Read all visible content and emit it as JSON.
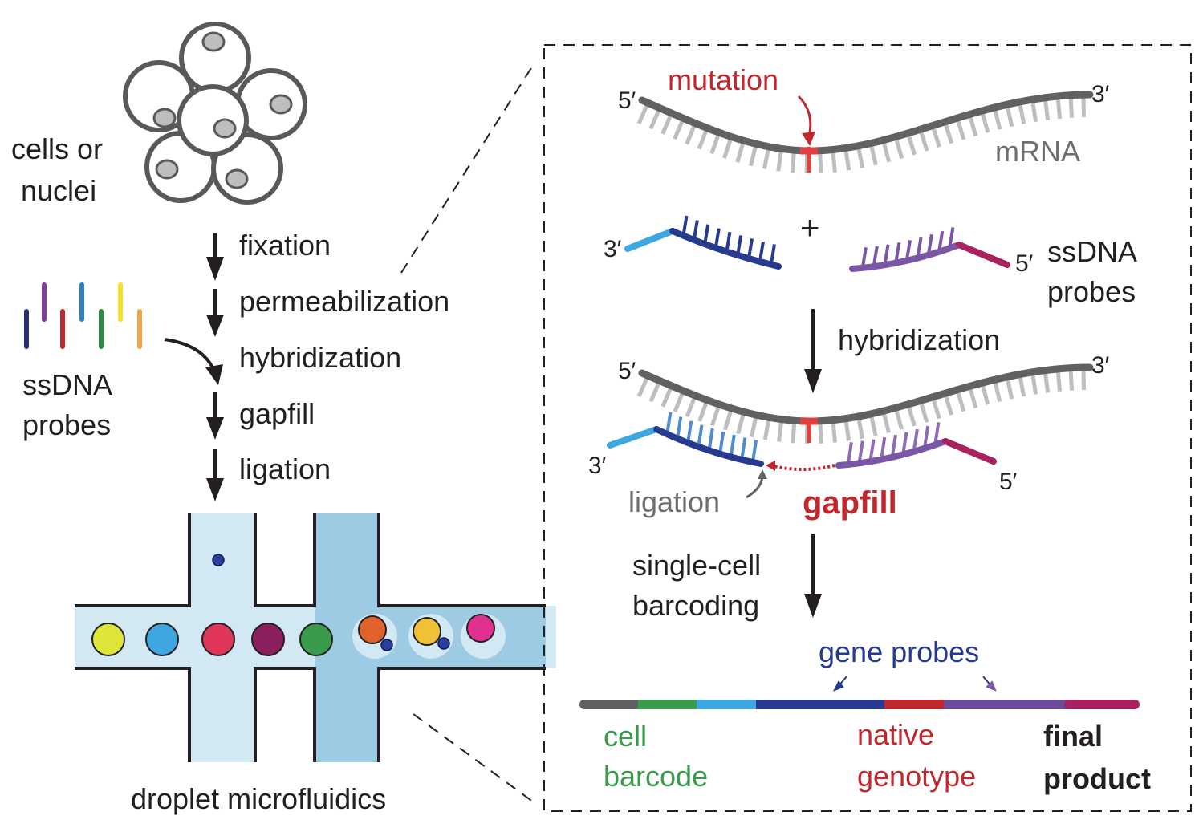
{
  "left": {
    "cells_label": [
      "cells or",
      "nuclei"
    ],
    "steps": [
      "fixation",
      "permeabilization",
      "hybridization",
      "gapfill",
      "ligation"
    ],
    "probes_label": [
      "ssDNA",
      "probes"
    ],
    "microfluidics_label": "droplet microfluidics"
  },
  "right": {
    "mutation_label": "mutation",
    "mrna_label": "mRNA",
    "five_prime": "5′",
    "three_prime": "3′",
    "plus": "+",
    "probes_label": [
      "ssDNA",
      "probes"
    ],
    "hybridization_label": "hybridization",
    "ligation_label": "ligation",
    "gapfill_label": "gapfill",
    "barcoding_label": [
      "single-cell",
      "barcoding"
    ],
    "gene_probes_label": "gene probes",
    "cell_barcode_label": [
      "cell",
      "barcode"
    ],
    "native_genotype_label": [
      "native",
      "genotype"
    ],
    "final_product_label": [
      "final",
      "product"
    ]
  },
  "colors": {
    "mrna": "#5f6163",
    "mutation": "#c0282d",
    "probe_light_blue": "#3ea7df",
    "probe_dark_blue": "#263a8f",
    "probe_purple": "#7b56a4",
    "probe_magenta": "#a8225f",
    "barcode_green": "#3a9b4c",
    "channel_light": "#d2e9f4",
    "channel_dark": "#9ccbe3"
  },
  "probe_colors": [
    "#262e6e",
    "#7b3f98",
    "#c0282d",
    "#2f7fc1",
    "#2e8b45",
    "#f2e22c",
    "#f0a441"
  ],
  "droplet_colors": [
    "#dfe63a",
    "#3ea7df",
    "#e0365c",
    "#8b1f5d",
    "#3a9b4c",
    "#e0622a",
    "#f0c036",
    "#e03190"
  ]
}
